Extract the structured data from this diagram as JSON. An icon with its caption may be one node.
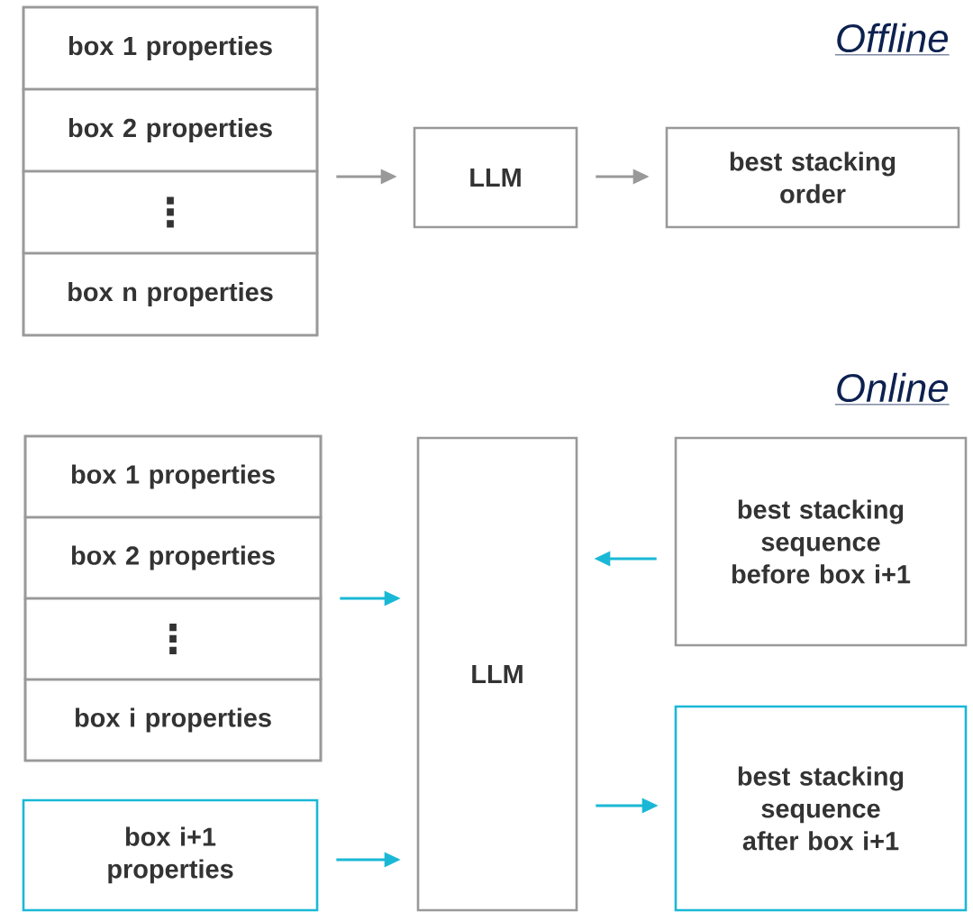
{
  "diagram": {
    "nodes": [
      {
        "text": [],
        "shape": "box"
      },
      {
        "text": [
          "box 1 properties"
        ],
        "in": 0
      },
      {
        "text": [
          "box 2 properties"
        ],
        "in": 0
      },
      {
        "text": [
          "⋮"
        ],
        "in": 0
      },
      {
        "text": [
          "box n properties"
        ],
        "in": 0
      },
      {
        "text": [
          "LLM"
        ]
      },
      {
        "text": [
          "best stacking order"
        ]
      },
      {
        "text": [],
        "shape": "box"
      },
      {
        "text": [
          "box 1 properties"
        ],
        "in": 7
      },
      {
        "text": [
          "box 2 properties"
        ],
        "in": 7
      },
      {
        "text": [
          "⋮"
        ],
        "in": 7
      },
      {
        "text": [
          "box i properties"
        ],
        "in": 7
      },
      {
        "text": [
          "box i+1 properties"
        ]
      },
      {
        "text": [
          "LLM"
        ]
      },
      {
        "text": [
          "best stacking sequence before box i+1"
        ]
      },
      {
        "text": [
          "best stacking sequence after box i+1"
        ]
      }
    ],
    "edges": [
      {
        "from": 0,
        "to": 5,
        "arrow": "to",
        "color": "#999999"
      },
      {
        "from": 5,
        "to": 6,
        "arrow": "to",
        "color": "#999999"
      },
      {
        "from": 7,
        "to": 13,
        "arrow": "to"
      },
      {
        "from": 12,
        "to": 13,
        "arrow": "to"
      },
      {
        "from": 14,
        "to": 13,
        "arrow": "to"
      },
      {
        "from": 13,
        "to": 15,
        "arrow": "to"
      }
    ],
    "labels": [
      "Offline",
      "Online"
    ]
  }
}
